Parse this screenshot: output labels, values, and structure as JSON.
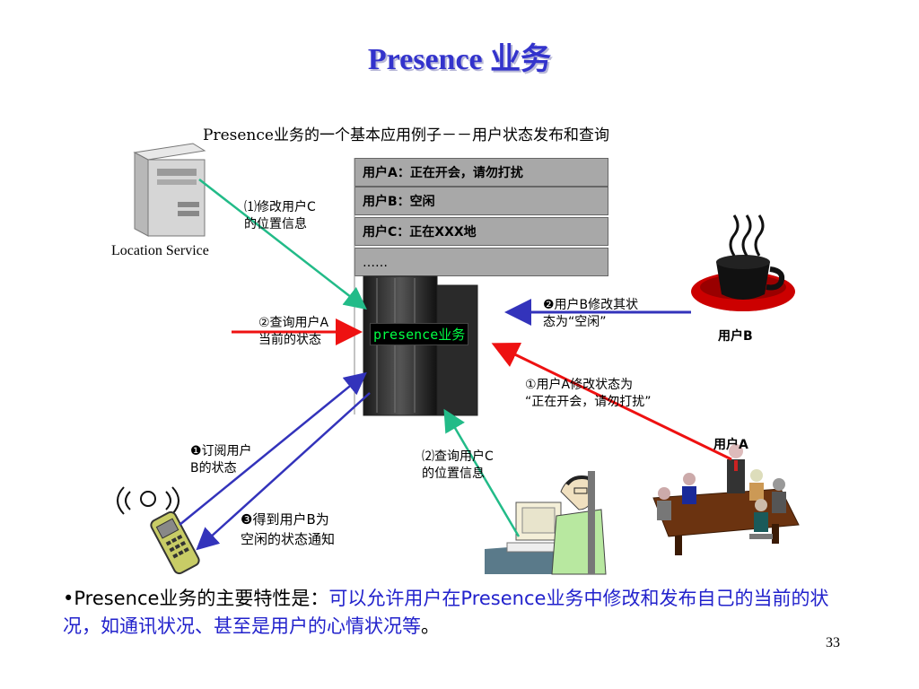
{
  "title": "Presence 业务",
  "subtitle": "Presence业务的一个基本应用例子－－用户状态发布和查询",
  "status_boxes": [
    "用户A：正在开会，请勿打扰",
    "用户B：空闲",
    "用户C：正在XXX地",
    "……"
  ],
  "server_label": "presence业务",
  "location_service_label": "Location Service",
  "user_b_label": "用户B",
  "user_a_label": "用户A",
  "flows": {
    "modify_c_location": "⑴修改用户C\n的位置信息",
    "query_a_status": "②查询用户A\n当前的状态",
    "b_modify_status": "❷用户B修改其状\n态为“空闲”",
    "a_modify_status": "①用户A修改状态为\n“正在开会，请勿打扰”",
    "subscribe_b": "❶订阅用户\nB的状态",
    "query_c_location": "⑵查询用户C\n的位置信息",
    "notify_b_idle": "❸得到用户B为\n空闲的状态通知"
  },
  "bottom_text": {
    "prefix": "•Presence业务的主要特性是：",
    "body": "可以允许用户在Presence业务中修改和发布自己的当前的状况，如通讯状况、甚至是用户的心情状况等",
    "suffix": "。"
  },
  "page_number": "33",
  "colors": {
    "title": "#3333cc",
    "arrow_green": "#22bb88",
    "arrow_red": "#ee1111",
    "arrow_blue": "#3333bb",
    "bottom_highlight": "#2222cc"
  }
}
